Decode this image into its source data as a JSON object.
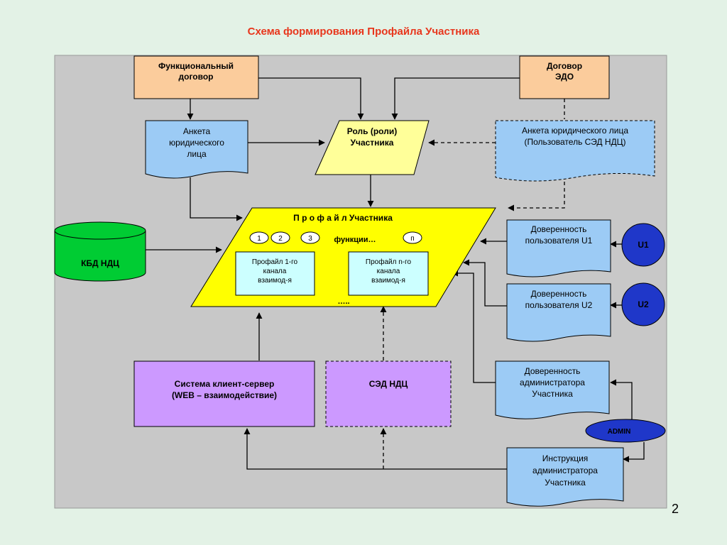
{
  "title": "Схема формирования Профайла Участника",
  "page_number": "2",
  "nodes": {
    "functional_contract": [
      "Функциональный",
      "договор"
    ],
    "edo_contract": [
      "Договор",
      "ЭДО"
    ],
    "legal_form": [
      "Анкета",
      "юридического",
      "лица"
    ],
    "role": [
      "Роль (роли)",
      "Участника"
    ],
    "legal_form_user": [
      "Анкета юридического лица",
      "(Пользователь СЭД НДЦ)"
    ],
    "kbd": "КБД  НДЦ",
    "profile": {
      "title": "П р о ф а й л  Участника",
      "bubbles": [
        "1",
        "2",
        "3",
        "п"
      ],
      "functions": "функции…",
      "channel_1": [
        "Профайл 1-го",
        "канала",
        "взаимод-я"
      ],
      "channel_n": [
        "Профайл n-го",
        "канала",
        "взаимод-я"
      ],
      "ellipsis": "….."
    },
    "power_u1": [
      "Доверенность",
      "пользователя U1"
    ],
    "power_u2": [
      "Доверенность",
      "пользователя U2"
    ],
    "u1": "U1",
    "u2": "U2",
    "power_admin": [
      "Доверенность",
      "администратора",
      "Участника"
    ],
    "admin": "ADMIN",
    "admin_instruction": [
      "Инструкция",
      "администратора",
      "Участника"
    ],
    "client_server": [
      "Система клиент-сервер",
      "(WEB – взаимодействие)"
    ],
    "sed": "СЭД НДЦ"
  },
  "colors": {
    "panel": "#c8c8c8",
    "orange": "#fbcc9c",
    "blue": "#9ccbf5",
    "yellow": "#ffff99",
    "bright_yellow": "#ffff00",
    "cyan": "#ccffff",
    "green": "#00cc33",
    "purple": "#cc99ff",
    "navy": "#1f37c9",
    "title_red": "#e8361c"
  }
}
